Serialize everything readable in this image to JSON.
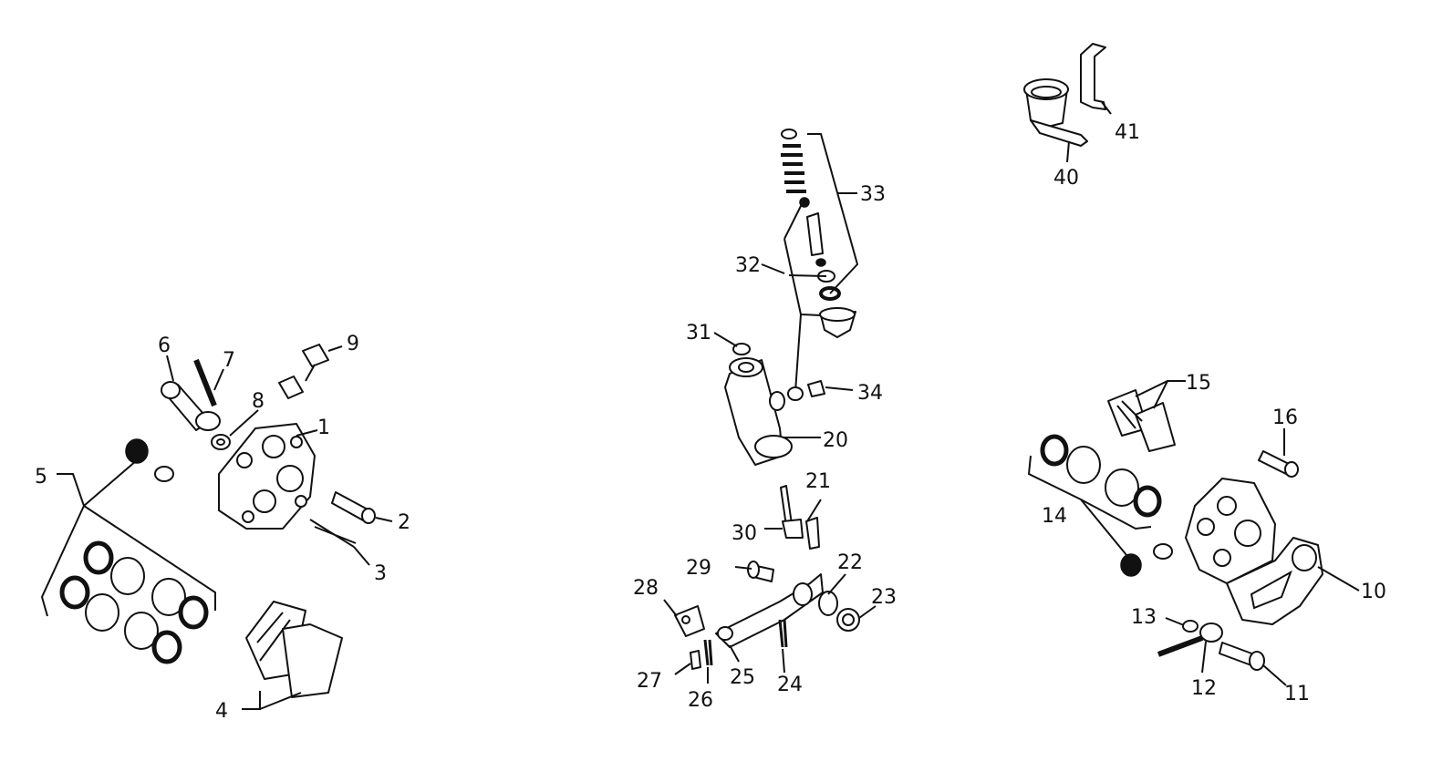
{
  "labels": {
    "l1": "1",
    "l2": "2",
    "l3": "3",
    "l4": "4",
    "l5": "5",
    "l6": "6",
    "l7": "7",
    "l8": "8",
    "l9": "9",
    "l10": "10",
    "l11": "11",
    "l12": "12",
    "l13": "13",
    "l14": "14",
    "l15": "15",
    "l16": "16",
    "l20": "20",
    "l21": "21",
    "l22": "22",
    "l23": "23",
    "l24": "24",
    "l25": "25",
    "l26": "26",
    "l27": "27",
    "l28": "28",
    "l29": "29",
    "l30": "30",
    "l31": "31",
    "l32": "32",
    "l33": "33",
    "l34": "34",
    "l40": "40",
    "l41": "41"
  }
}
